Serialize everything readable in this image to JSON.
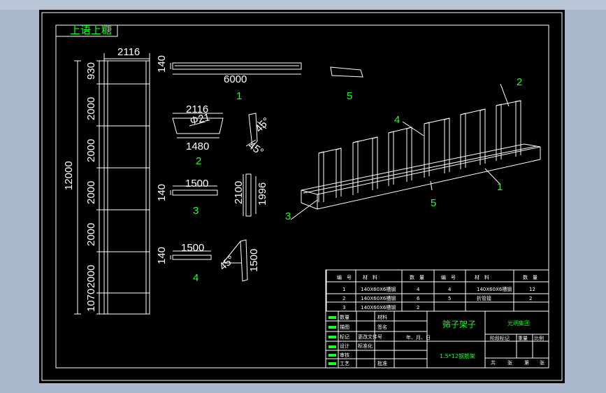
{
  "drawing": {
    "corner_label": "上语上糖",
    "view1": {
      "width_dim": "2116",
      "total_dim": "12000",
      "segment_dims": [
        "930",
        "2000",
        "2000",
        "2000",
        "2000",
        "2000",
        "1070"
      ]
    },
    "part1": {
      "dim_h": "140",
      "dim_len": "6000",
      "label": "1"
    },
    "part2": {
      "dim_top": "2116",
      "dim_phi": "Φ21",
      "dim_bottom": "1480",
      "label": "2"
    },
    "part3": {
      "dim_h": "140",
      "dim_len": "1500",
      "label": "3"
    },
    "part4": {
      "dim_h": "140",
      "dim_len": "1500",
      "label": "4"
    },
    "part5": {
      "label": "5"
    },
    "angle_views": {
      "angle_a": "45°",
      "angle_b": "45°",
      "angle_c": "45°"
    },
    "post_view": {
      "dim_outer": "2100",
      "dim_inner": "1996"
    },
    "side_view": {
      "dim_h": "1500"
    },
    "iso_callouts": [
      "1",
      "2",
      "3",
      "4",
      "5"
    ]
  },
  "bom": {
    "headers": [
      "编　号",
      "材　料",
      "数　量",
      "编　号",
      "材　料",
      "数　量"
    ],
    "rows": [
      [
        "1",
        "140X60X6槽钢",
        "4",
        "4",
        "140X60X6槽钢",
        "12"
      ],
      [
        "2",
        "140X60X6槽钢",
        "6",
        "5",
        "折管接",
        "2"
      ],
      [
        "3",
        "140X60X6槽钢",
        "2",
        "",
        "",
        ""
      ]
    ]
  },
  "title_block": {
    "left_labels": [
      "数量",
      "描图",
      "标记",
      "设计",
      "审核",
      "工艺"
    ],
    "mid_labels": [
      "",
      "",
      "更改文件号",
      "标准化",
      "",
      ""
    ],
    "right_labels": [
      "材料",
      "签名",
      "",
      "",
      "",
      "批准"
    ],
    "date_label": "年、月、日",
    "drawing_name": "筛子架子",
    "spec": "1.5*12钢筋架",
    "company": "光明集团",
    "stage_labels": [
      "阶段标记",
      "重量",
      "比例"
    ],
    "sheet_labels": [
      "共",
      "张",
      "第",
      "张"
    ]
  }
}
